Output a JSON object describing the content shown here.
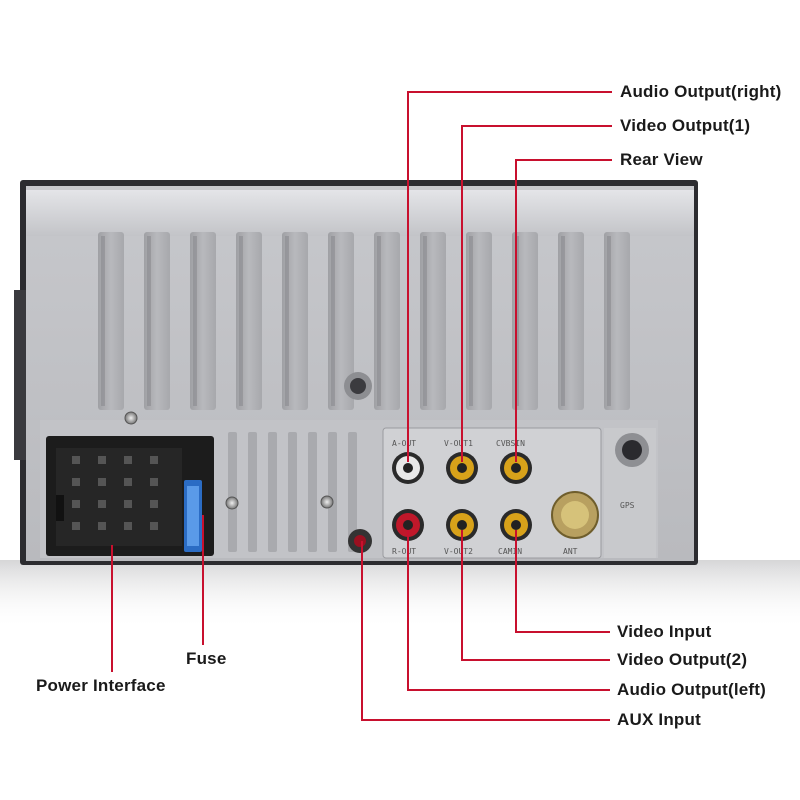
{
  "colors": {
    "leader": "#c8102e",
    "housing": "#c9cacd",
    "panel": "#d4d5d8",
    "connector": "#1c1c1c",
    "fuse": "#3a7fd5",
    "rca_yellow": "#d8a21a",
    "rca_red": "#c0182a",
    "rca_white": "#e8e8e8"
  },
  "labels": {
    "audio_output_right": "Audio Output(right)",
    "video_output_1": "Video Output(1)",
    "rear_view": "Rear View",
    "video_input": "Video Input",
    "video_output_2": "Video Output(2)",
    "audio_output_left": "Audio Output(left)",
    "aux_input": "AUX Input",
    "fuse": "Fuse",
    "power_interface": "Power Interface"
  },
  "panel_markings": {
    "a_out": "A-OUT",
    "v_out1": "V-OUT1",
    "cvbsin": "CVBSIN",
    "r_out": "R-OUT",
    "v_out2": "V-OUT2",
    "camin": "CAMIN",
    "ant": "ANT",
    "gps": "GPS"
  }
}
